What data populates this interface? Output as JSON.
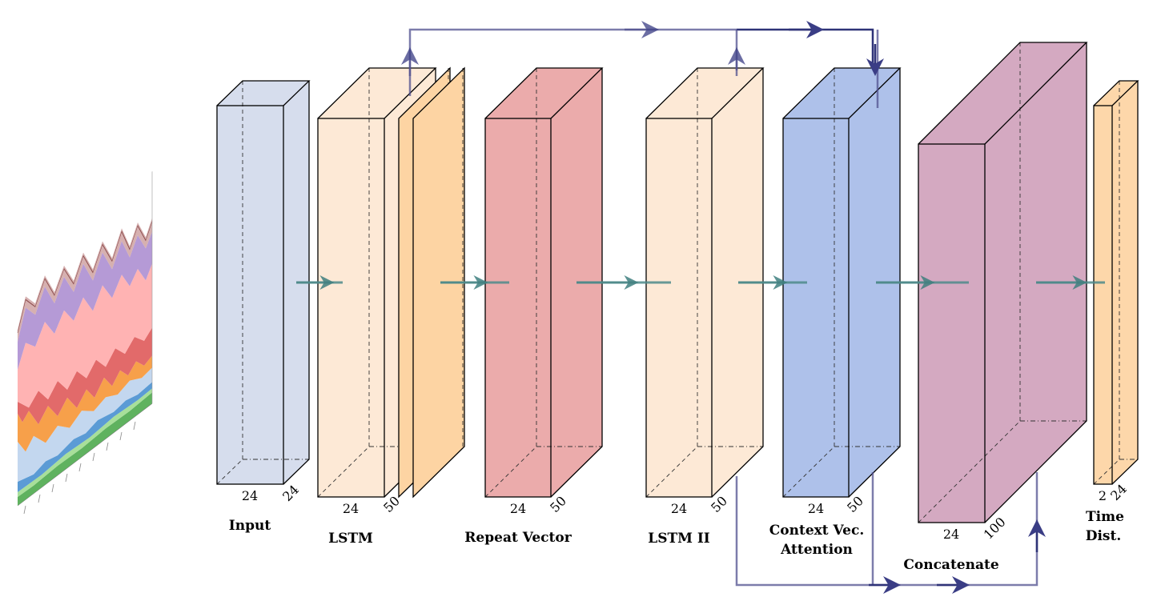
{
  "blocks": [
    {
      "id": "input",
      "label": "Input",
      "dims": [
        "24",
        "24"
      ],
      "color": "#d6dded"
    },
    {
      "id": "lstm",
      "label": "LSTM",
      "dims": [
        "24",
        "50"
      ],
      "color": "#fde9d6"
    },
    {
      "id": "repeat",
      "label": "Repeat Vector",
      "dims": [
        "24",
        "50"
      ],
      "color": "#ebabab"
    },
    {
      "id": "lstm2",
      "label": "LSTM II",
      "dims": [
        "24",
        "50"
      ],
      "color": "#fde9d6"
    },
    {
      "id": "context",
      "label_line1": "Context Vec.",
      "label_line2": "Attention",
      "dims": [
        "24",
        "50"
      ],
      "color": "#aec1ea"
    },
    {
      "id": "concat",
      "label": "Concatenate",
      "dims": [
        "24",
        "100"
      ],
      "color": "#d4a9c1"
    },
    {
      "id": "timedist",
      "label_line1": "Time",
      "label_line2": "Dist.",
      "dims": [
        "2",
        "24"
      ],
      "color": "#fdd7aa"
    }
  ],
  "colors": {
    "flow_arrow": "#4e8a8a",
    "skip_connection": "#3a3d85",
    "lstm_stack": "#fdd4a3"
  },
  "input_plot": {
    "type": "stacked area",
    "series_colors": [
      "#5fb25f",
      "#a8df9a",
      "#5b9bd5",
      "#c3d7ef",
      "#f7a04a",
      "#e26a6a",
      "#ffb3b3",
      "#b59ad6",
      "#d6b0b0"
    ]
  }
}
